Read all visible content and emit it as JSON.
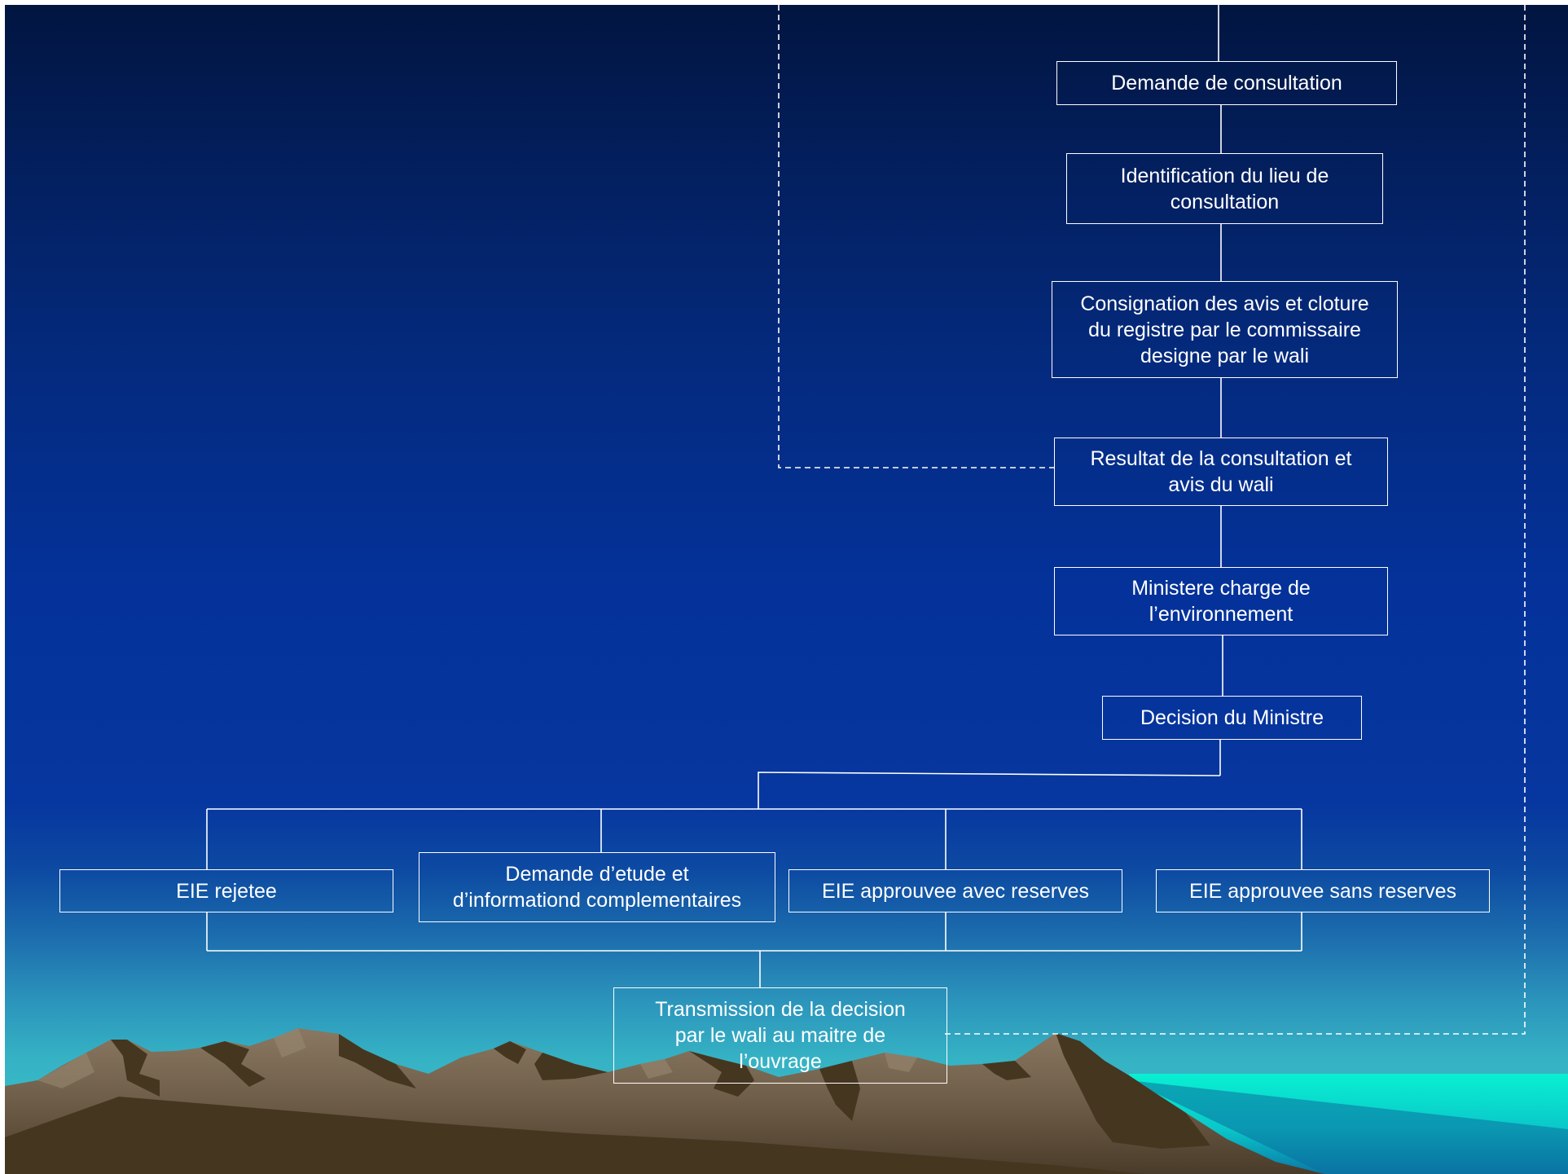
{
  "colors": {
    "background_top": "#011540",
    "background_mid": "#04329a",
    "background_bottom": "#3ac2c8",
    "mountains": "#6e5d48",
    "mountain_shadow": "#453620",
    "sea": "#09f0d2",
    "box_border": "#ffffff",
    "text": "#ffffff"
  },
  "nodes": {
    "demande_consultation": "Demande de consultation",
    "identification_lieu": "Identification du lieu de\nconsultation",
    "consignation_avis": "Consignation des avis et cloture\ndu registre par le commissaire\ndesigne par le wali",
    "resultat_consultation": "Resultat de la consultation et\navis du wali",
    "ministere": "Ministere charge de\nl’environnement",
    "decision_ministre": "Decision du Ministre",
    "eie_rejetee": "EIE  rejetee",
    "demande_etude": "Demande d’etude et\nd’informationd complementaires",
    "eie_avec_reserves": "EIE approuvee avec reserves",
    "eie_sans_reserves": "EIE approuvee sans reserves",
    "transmission": "Transmission de la decision\npar le wali au maitre de\nl’ouvrage"
  }
}
